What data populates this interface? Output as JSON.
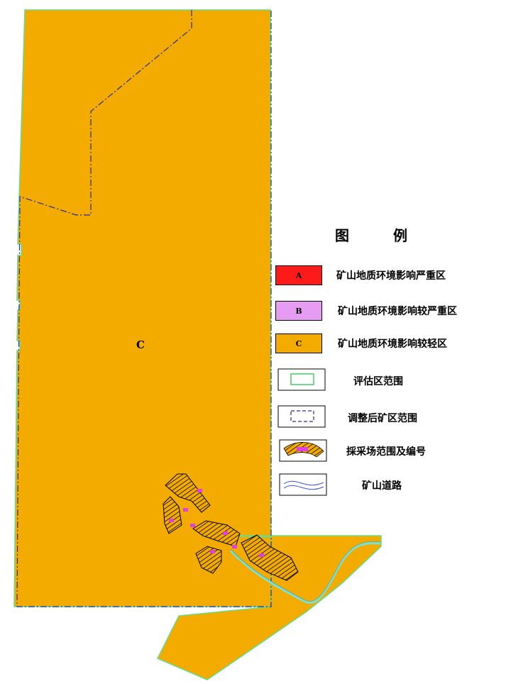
{
  "map": {
    "zone_label": "C",
    "colors": {
      "zone_c_fill": "#f4ab00",
      "boundary_green": "#66dd88",
      "boundary_blue": "#2a2aa8",
      "road": "#7fe0d0",
      "pit_marker": "#e040e0"
    }
  },
  "legend": {
    "title_left": "图",
    "title_right": "例",
    "items": [
      {
        "code": "A",
        "label": "矿山地质环境影响严重区",
        "color": "#ff1a1a"
      },
      {
        "code": "B",
        "label": "矿山地质环境影响较严重区",
        "color": "#e79cf4"
      },
      {
        "code": "C",
        "label": "矿山地质环境影响较轻区",
        "color": "#f4ab00"
      },
      {
        "code": "",
        "label": "评估区范围",
        "icon": "green-rectangle-icon"
      },
      {
        "code": "",
        "label": "调整后矿区范围",
        "icon": "blue-dashed-rectangle-icon"
      },
      {
        "code": "",
        "label": "採采场范围及编号",
        "icon": "pit-hatch-icon"
      },
      {
        "code": "",
        "label": "矿山道路",
        "icon": "double-line-road-icon"
      }
    ]
  }
}
